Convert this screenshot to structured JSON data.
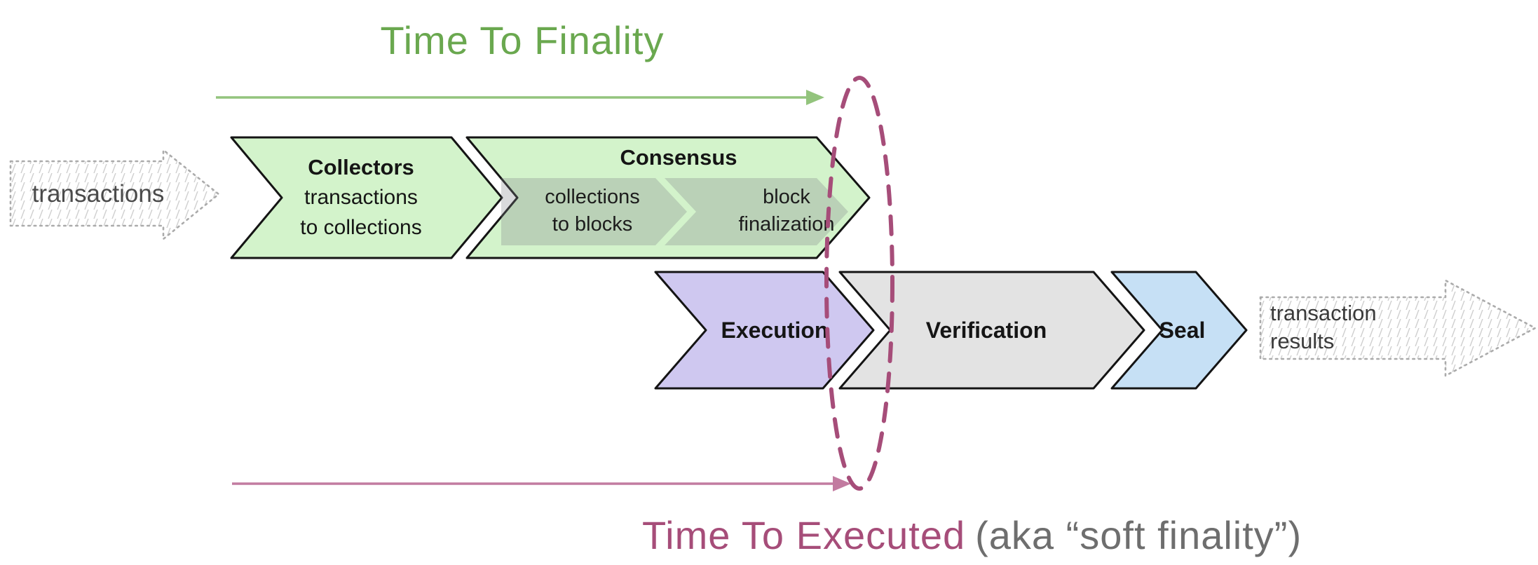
{
  "titles": {
    "time_to_finality": "Time To Finality",
    "time_to_executed": "Time To Executed",
    "time_to_executed_suffix": "(aka “soft finality”)"
  },
  "io": {
    "input_label": "transactions",
    "output_line1": "transaction",
    "output_line2": "results"
  },
  "stages": {
    "collectors": {
      "title": "Collectors",
      "subtitle_line1": "transactions",
      "subtitle_line2": "to collections"
    },
    "consensus": {
      "title": "Consensus",
      "steps": [
        {
          "line1": "collections",
          "line2": "to blocks"
        },
        {
          "line1": "block",
          "line2": "finalization"
        }
      ]
    },
    "execution": {
      "title": "Execution"
    },
    "verification": {
      "title": "Verification"
    },
    "seal": {
      "title": "Seal"
    }
  },
  "colors": {
    "title_green": "#6aa84f",
    "arrow_green": "#93c47d",
    "magenta": "#a64d79",
    "arrow_pink": "#c27ba0",
    "stage_green": "#d3f3cb",
    "stage_purple": "#cfc8f0",
    "stage_gray": "#e3e3e3",
    "stage_blue": "#c6e0f5",
    "outline_black": "#141414",
    "label_black": "#151515",
    "gray_text": "#6e6e6e",
    "sketch_text": "#4a4a4a",
    "sketch_border": "#ababab",
    "hatch_line": "#cfcfcf"
  }
}
